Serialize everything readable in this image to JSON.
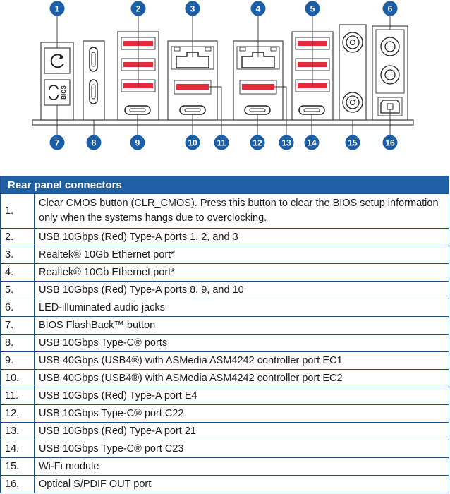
{
  "diagram": {
    "callouts": [
      "1",
      "2",
      "3",
      "4",
      "5",
      "6",
      "7",
      "8",
      "9",
      "10",
      "11",
      "12",
      "13",
      "14",
      "15",
      "16"
    ],
    "bios_label": "BIOS",
    "colors": {
      "callout": "#1a5ea8",
      "usb_red": "#e32b3a",
      "outline": "#444444"
    }
  },
  "table": {
    "header": "Rear panel connectors",
    "rows": [
      {
        "num": "1.",
        "desc": "Clear CMOS button (CLR_CMOS). Press this button to clear the BIOS setup information only when the systems hangs due to overclocking."
      },
      {
        "num": "2.",
        "desc": "USB 10Gbps (Red) Type-A ports 1, 2, and 3"
      },
      {
        "num": "3.",
        "desc": "Realtek® 10Gb Ethernet port*"
      },
      {
        "num": "4.",
        "desc": "Realtek® 10Gb Ethernet port*"
      },
      {
        "num": "5.",
        "desc": "USB 10Gbps (Red) Type-A ports 8, 9, and 10"
      },
      {
        "num": "6.",
        "desc": "LED-illuminated audio jacks"
      },
      {
        "num": "7.",
        "desc": "BIOS FlashBack™ button"
      },
      {
        "num": "8.",
        "desc": "USB 10Gbps Type-C® ports"
      },
      {
        "num": "9.",
        "desc": "USB 40Gbps (USB4®) with ASMedia ASM4242 controller port EC1"
      },
      {
        "num": "10.",
        "desc": "USB 40Gbps (USB4®) with ASMedia ASM4242 controller port EC2"
      },
      {
        "num": "11.",
        "desc": "USB 10Gbps (Red) Type-A port E4"
      },
      {
        "num": "12.",
        "desc": "USB 10Gbps Type-C® port C22"
      },
      {
        "num": "13.",
        "desc": "USB 10Gbps (Red) Type-A port 21"
      },
      {
        "num": "14.",
        "desc": "USB 10Gbps Type-C® port C23"
      },
      {
        "num": "15.",
        "desc": "Wi-Fi module"
      },
      {
        "num": "16.",
        "desc": "Optical S/PDIF OUT port"
      }
    ]
  }
}
